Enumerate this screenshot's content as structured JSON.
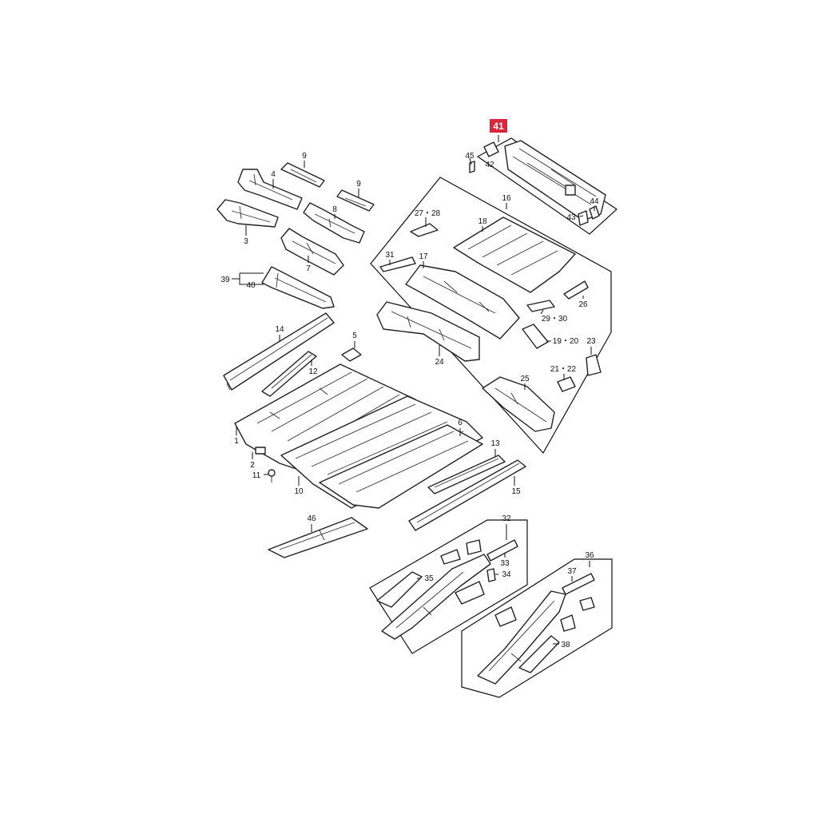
{
  "diagram": {
    "highlighted_callout": "41",
    "highlight_color": "#d9263a",
    "callouts": [
      {
        "id": "c41",
        "text": "41"
      },
      {
        "id": "c45",
        "text": "45"
      },
      {
        "id": "c42",
        "text": "42"
      },
      {
        "id": "c44",
        "text": "44"
      },
      {
        "id": "c43",
        "text": "43"
      },
      {
        "id": "c16",
        "text": "16"
      },
      {
        "id": "c9a",
        "text": "9"
      },
      {
        "id": "c9b",
        "text": "9"
      },
      {
        "id": "c4",
        "text": "4"
      },
      {
        "id": "c8",
        "text": "8"
      },
      {
        "id": "c3",
        "text": "3"
      },
      {
        "id": "c7",
        "text": "7"
      },
      {
        "id": "c39",
        "text": "39"
      },
      {
        "id": "c40",
        "text": "40"
      },
      {
        "id": "c2728",
        "text": "27・28"
      },
      {
        "id": "c18",
        "text": "18"
      },
      {
        "id": "c31",
        "text": "31"
      },
      {
        "id": "c17",
        "text": "17"
      },
      {
        "id": "c26",
        "text": "26"
      },
      {
        "id": "c2930",
        "text": "29・30"
      },
      {
        "id": "c1920",
        "text": "19・20"
      },
      {
        "id": "c23",
        "text": "23"
      },
      {
        "id": "c2122",
        "text": "21・22"
      },
      {
        "id": "c24",
        "text": "24"
      },
      {
        "id": "c25",
        "text": "25"
      },
      {
        "id": "c14",
        "text": "14"
      },
      {
        "id": "c5",
        "text": "5"
      },
      {
        "id": "c12",
        "text": "12"
      },
      {
        "id": "c1",
        "text": "1"
      },
      {
        "id": "c6",
        "text": "6"
      },
      {
        "id": "c2",
        "text": "2"
      },
      {
        "id": "c11",
        "text": "11"
      },
      {
        "id": "c10",
        "text": "10"
      },
      {
        "id": "c13",
        "text": "13"
      },
      {
        "id": "c15",
        "text": "15"
      },
      {
        "id": "c46",
        "text": "46"
      },
      {
        "id": "c32",
        "text": "32"
      },
      {
        "id": "c33",
        "text": "33"
      },
      {
        "id": "c35",
        "text": "35"
      },
      {
        "id": "c34",
        "text": "34"
      },
      {
        "id": "c36",
        "text": "36"
      },
      {
        "id": "c37",
        "text": "37"
      },
      {
        "id": "c38",
        "text": "38"
      }
    ]
  }
}
